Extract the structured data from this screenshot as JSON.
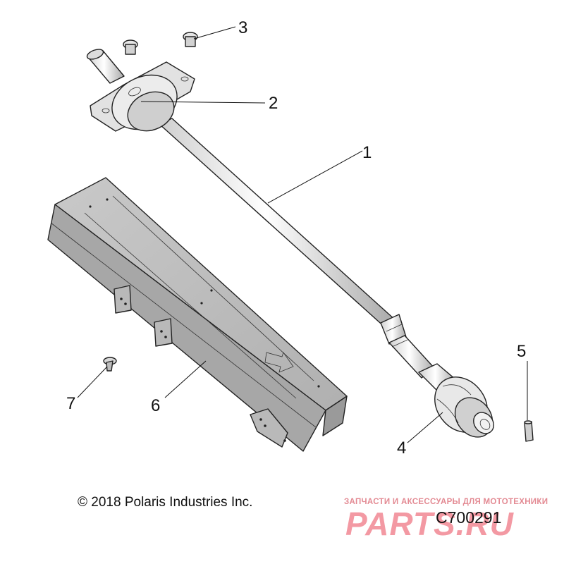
{
  "callouts": [
    {
      "id": "1",
      "label": "1"
    },
    {
      "id": "2",
      "label": "2"
    },
    {
      "id": "3",
      "label": "3"
    },
    {
      "id": "4",
      "label": "4"
    },
    {
      "id": "5",
      "label": "5"
    },
    {
      "id": "6",
      "label": "6"
    },
    {
      "id": "7",
      "label": "7"
    }
  ],
  "footer": {
    "copyright": "© 2018 Polaris Industries Inc.",
    "diagram_code": "C700291"
  },
  "watermark": {
    "tagline": "ЗАПЧАСТИ И АКСЕССУАРЫ ДЛЯ МОТОТЕХНИКИ",
    "logo": "PARTS.RU"
  },
  "colors": {
    "metal_light": "#e6e6e6",
    "metal_shadow": "#8f8f8f",
    "shield_gray": "#b4b4b4",
    "watermark_pink": "#ee6f7d"
  }
}
